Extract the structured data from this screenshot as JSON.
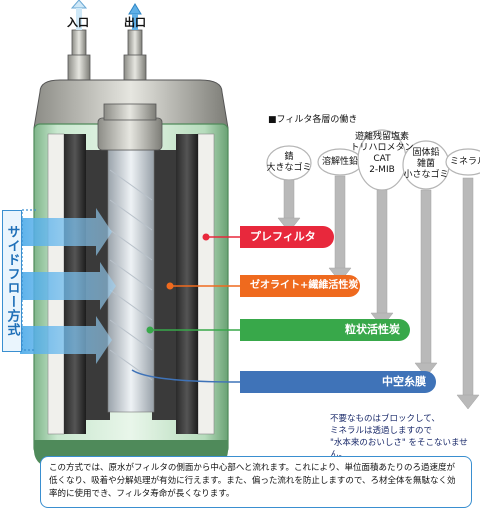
{
  "ports": {
    "inlet": "入口",
    "outlet": "出口"
  },
  "section_title": "■フィルタ各層の働き",
  "categories": [
    {
      "text": "錆\n大きなゴミ"
    },
    {
      "text": "溶解性鉛"
    },
    {
      "text": "遊離残留塩素\nトリハロメタン\nCAT\n2-MIB"
    },
    {
      "text": "固体鉛\n雑菌\n小さなゴミ"
    },
    {
      "text": "ミネラル"
    }
  ],
  "layers": [
    {
      "label": "プレフィルタ",
      "color": "#e8283c"
    },
    {
      "label": "ゼオライト+繊維活性炭",
      "color": "#ef6a1e"
    },
    {
      "label": "粒状活性炭",
      "color": "#38a84a"
    },
    {
      "label": "中空糸膜",
      "color": "#3f73b8"
    }
  ],
  "side_label": "サイドフロー方式",
  "note": "不要なものはブロックして、\nミネラルは透過しますので\n\"水本来のおいしさ\" をそこないません。",
  "description": "この方式では、原水がフィルタの側面から中心部へと流れます。これにより、単位面積あたりのろ過速度が低くなり、吸着や分解処理が有効に行えます。また、偏った流れを防止しますので、ろ材全体を無駄なく効率的に使用でき、フィルタ寿命が長くなります。"
}
